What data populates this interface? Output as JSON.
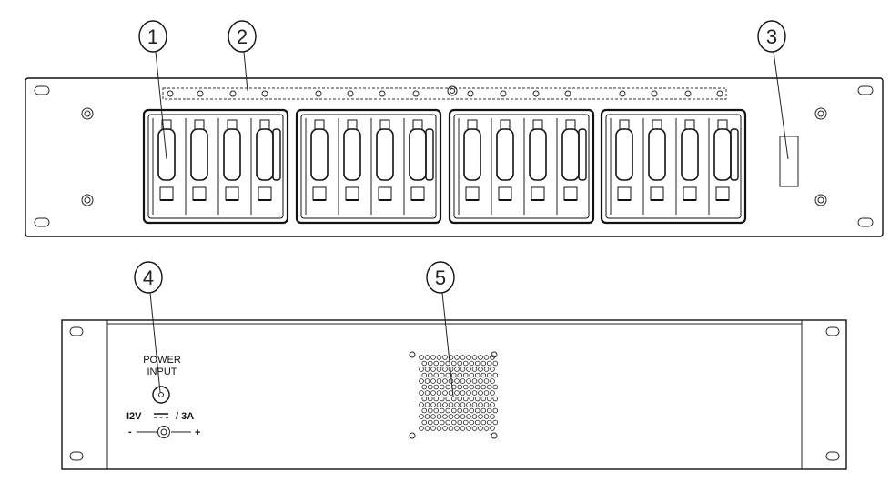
{
  "callouts": [
    {
      "number": "1"
    },
    {
      "number": "2"
    },
    {
      "number": "3"
    },
    {
      "number": "4"
    },
    {
      "number": "5"
    }
  ],
  "rear_panel": {
    "power_label_line1": "POWER",
    "power_label_line2": "INPUT",
    "spec_voltage": "I2V",
    "spec_current": "/ 3A",
    "polarity_minus": "-",
    "polarity_plus": "+"
  },
  "front_panel": {
    "slot_groups": 4,
    "slots_per_group": 4
  },
  "colors": {
    "line": "#111111",
    "background": "#ffffff"
  }
}
